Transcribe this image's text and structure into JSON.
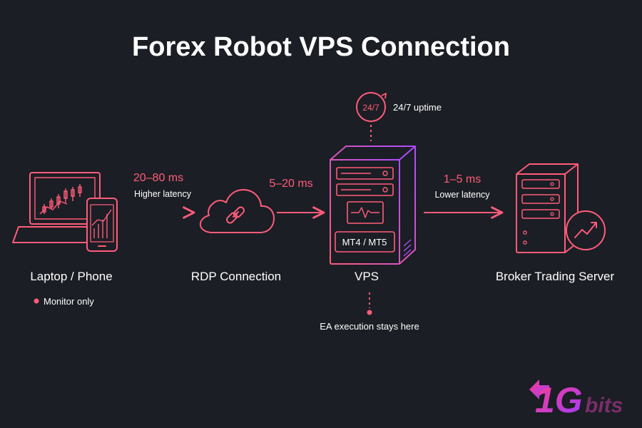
{
  "title": "Forex Robot VPS Connection",
  "nodes": {
    "laptop": {
      "label": "Laptop / Phone",
      "note": "Monitor only"
    },
    "rdp": {
      "label": "RDP Connection"
    },
    "vps": {
      "label": "VPS",
      "platform": "MT4 / MT5",
      "uptime_badge": "24/7",
      "uptime_label": "24/7 uptime",
      "note": "EA execution stays here"
    },
    "broker": {
      "label": "Broker Trading Server"
    }
  },
  "links": [
    {
      "from": "laptop",
      "to": "rdp",
      "latency": "20–80 ms",
      "caption": "Higher latency"
    },
    {
      "from": "rdp",
      "to": "vps",
      "latency": "5–20 ms",
      "caption": ""
    },
    {
      "from": "vps",
      "to": "broker",
      "latency": "1–5 ms",
      "caption": "Lower latency"
    }
  ],
  "logo": {
    "number": "1G",
    "suffix": "bits"
  },
  "colors": {
    "background": "#1b1e24",
    "accent": "#ff5c7a",
    "accent_purple": "#b04cff",
    "text": "#ffffff"
  },
  "icons": [
    "laptop-icon",
    "phone-icon",
    "cloud-icon",
    "link-icon",
    "server-icon",
    "clock-icon",
    "trend-up-icon"
  ]
}
